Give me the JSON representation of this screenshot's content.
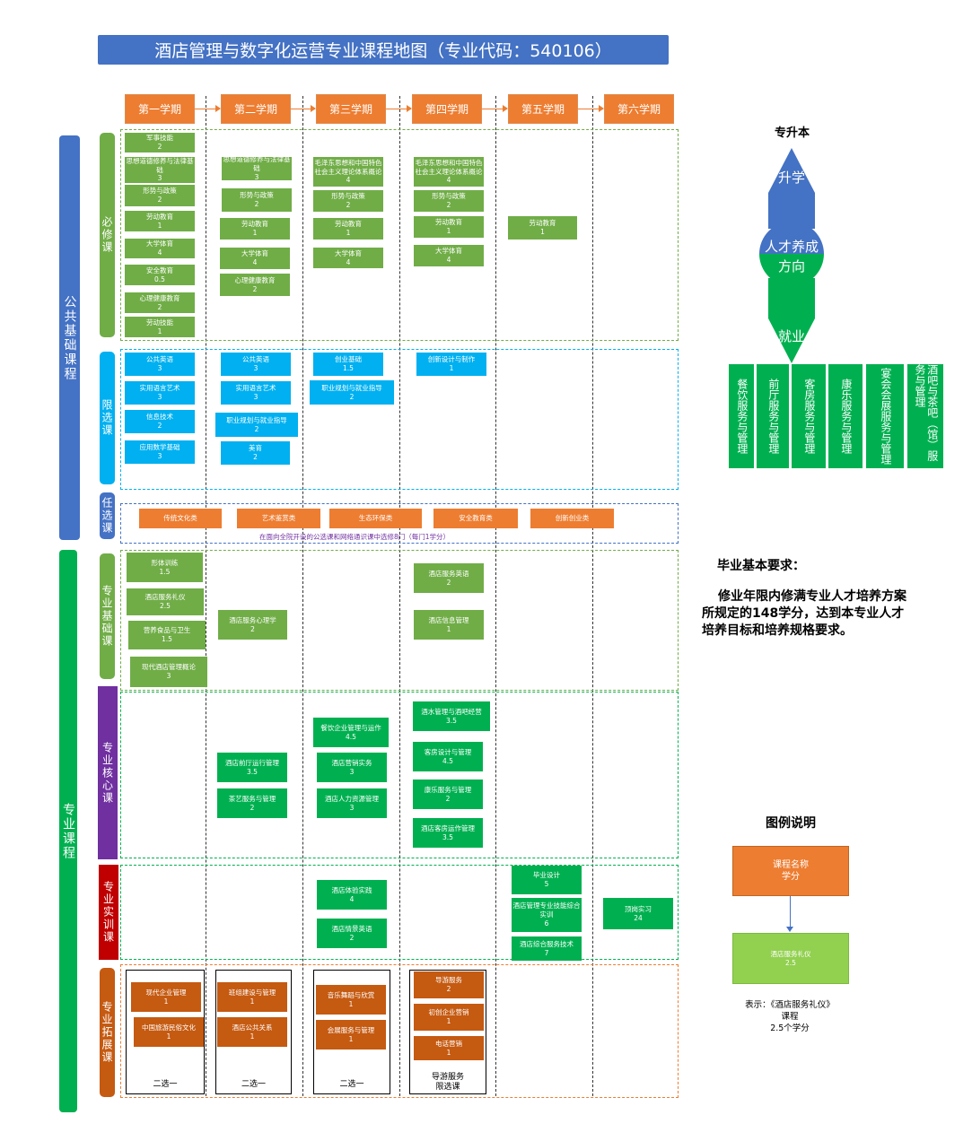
{
  "title": "酒店管理与数字化运营专业课程地图（专业代码：540106）",
  "terms": [
    "第一学期",
    "第二学期",
    "第三学期",
    "第四学期",
    "第五学期",
    "第六学期"
  ],
  "categories": {
    "public": "公共基础课程",
    "major": "专业课程",
    "required": "必修课",
    "limited": "限选课",
    "elective": "任选课",
    "major_basic": "专业基础课",
    "major_core": "专业核心课",
    "major_training": "专业实训课",
    "major_ext": "专业拓展课"
  },
  "colors": {
    "title_bg": "#4472c4",
    "term_bg": "#ed7d31",
    "required": "#70ad47",
    "limited": "#00b0f0",
    "elective": "#ed7d31",
    "core": "#00b050",
    "core_bar": "#7030a0",
    "training_bar": "#c00000",
    "ext": "#c55a11",
    "career": "#00b050"
  },
  "courses": [
    {
      "id": "r1-1",
      "name": "军事技能",
      "credit": "2"
    },
    {
      "id": "r1-2",
      "name": "思想道德修养与法律基础",
      "credit": "3"
    },
    {
      "id": "r1-3",
      "name": "形势与政策",
      "credit": "2"
    },
    {
      "id": "r1-4",
      "name": "劳动教育",
      "credit": "1"
    },
    {
      "id": "r1-5",
      "name": "大学体育",
      "credit": "4"
    },
    {
      "id": "r1-6",
      "name": "安全教育",
      "credit": "0.5"
    },
    {
      "id": "r1-7",
      "name": "心理健康教育",
      "credit": "2"
    },
    {
      "id": "r1-8",
      "name": "劳动技能",
      "credit": "1"
    },
    {
      "id": "r2-1",
      "name": "思想道德修养与法律基础",
      "credit": "3"
    },
    {
      "id": "r2-2",
      "name": "形势与政策",
      "credit": "2"
    },
    {
      "id": "r2-3",
      "name": "劳动教育",
      "credit": "1"
    },
    {
      "id": "r2-4",
      "name": "大学体育",
      "credit": "4"
    },
    {
      "id": "r2-5",
      "name": "心理健康教育",
      "credit": "2"
    },
    {
      "id": "r3-1",
      "name": "毛泽东思想和中国特色社会主义理论体系概论",
      "credit": "4"
    },
    {
      "id": "r3-2",
      "name": "形势与政策",
      "credit": "2"
    },
    {
      "id": "r3-3",
      "name": "劳动教育",
      "credit": "1"
    },
    {
      "id": "r3-4",
      "name": "大学体育",
      "credit": "4"
    },
    {
      "id": "r4-1",
      "name": "毛泽东思想和中国特色社会主义理论体系概论",
      "credit": "4"
    },
    {
      "id": "r4-2",
      "name": "形势与政策",
      "credit": "2"
    },
    {
      "id": "r4-3",
      "name": "劳动教育",
      "credit": "1"
    },
    {
      "id": "r4-4",
      "name": "大学体育",
      "credit": "4"
    },
    {
      "id": "r5-1",
      "name": "劳动教育",
      "credit": "1"
    },
    {
      "id": "l1-1",
      "name": "公共英语",
      "credit": "3"
    },
    {
      "id": "l1-2",
      "name": "实用语言艺术",
      "credit": "3"
    },
    {
      "id": "l1-3",
      "name": "信息技术",
      "credit": "2"
    },
    {
      "id": "l1-4",
      "name": "应用数学基础",
      "credit": "3"
    },
    {
      "id": "l2-1",
      "name": "公共英语",
      "credit": "3"
    },
    {
      "id": "l2-2",
      "name": "实用语言艺术",
      "credit": "3"
    },
    {
      "id": "l2-3",
      "name": "职业规划与就业指导",
      "credit": "2"
    },
    {
      "id": "l2-4",
      "name": "美育",
      "credit": "2"
    },
    {
      "id": "l3-1",
      "name": "创业基础",
      "credit": "1.5"
    },
    {
      "id": "l3-2",
      "name": "职业规划与就业指导",
      "credit": "2"
    },
    {
      "id": "l4-1",
      "name": "创新设计与制作",
      "credit": "1"
    },
    {
      "id": "e-1",
      "name": "传统文化类",
      "credit": ""
    },
    {
      "id": "e-2",
      "name": "艺术鉴赏类",
      "credit": ""
    },
    {
      "id": "e-3",
      "name": "生态环保类",
      "credit": ""
    },
    {
      "id": "e-4",
      "name": "安全教育类",
      "credit": ""
    },
    {
      "id": "e-5",
      "name": "创新创业类",
      "credit": ""
    },
    {
      "id": "b1-1",
      "name": "形体训练",
      "credit": "1.5"
    },
    {
      "id": "b1-2",
      "name": "酒店服务礼仪",
      "credit": "2.5"
    },
    {
      "id": "b1-3",
      "name": "营养食品与卫生",
      "credit": "1.5"
    },
    {
      "id": "b1-4",
      "name": "现代酒店管理概论",
      "credit": "3"
    },
    {
      "id": "b2-1",
      "name": "酒店服务心理学",
      "credit": "2"
    },
    {
      "id": "b4-1",
      "name": "酒店服务英语",
      "credit": "2"
    },
    {
      "id": "b4-2",
      "name": "酒店信息管理",
      "credit": "1"
    },
    {
      "id": "c2-1",
      "name": "酒店前厅运行管理",
      "credit": "3.5"
    },
    {
      "id": "c2-2",
      "name": "茶艺服务与管理",
      "credit": "2"
    },
    {
      "id": "c3-1",
      "name": "餐饮企业管理与运作",
      "credit": "4.5"
    },
    {
      "id": "c3-2",
      "name": "酒店营销实务",
      "credit": "3"
    },
    {
      "id": "c3-3",
      "name": "酒店人力资源管理",
      "credit": "3"
    },
    {
      "id": "c4-1",
      "name": "酒水管理与酒吧经营",
      "credit": "3.5"
    },
    {
      "id": "c4-2",
      "name": "客房设计与管理",
      "credit": "4.5"
    },
    {
      "id": "c4-3",
      "name": "康乐服务与管理",
      "credit": "2"
    },
    {
      "id": "c4-4",
      "name": "酒店客房运作管理",
      "credit": "3.5"
    },
    {
      "id": "t3-1",
      "name": "酒店体验实践",
      "credit": "4"
    },
    {
      "id": "t3-2",
      "name": "酒店情景英语",
      "credit": "2"
    },
    {
      "id": "t5-1",
      "name": "毕业设计",
      "credit": "5"
    },
    {
      "id": "t5-2",
      "name": "酒店管理专业技能综合实训",
      "credit": "6"
    },
    {
      "id": "t5-3",
      "name": "酒店综合服务技术",
      "credit": "7"
    },
    {
      "id": "t6-1",
      "name": "顶岗实习",
      "credit": "24"
    },
    {
      "id": "x1-1",
      "name": "现代企业管理",
      "credit": "1"
    },
    {
      "id": "x1-2",
      "name": "中国旅游民俗文化",
      "credit": "1"
    },
    {
      "id": "x2-1",
      "name": "班组建设与管理",
      "credit": "1"
    },
    {
      "id": "x2-2",
      "name": "酒店公共关系",
      "credit": "1"
    },
    {
      "id": "x3-1",
      "name": "音乐舞蹈与欣赏",
      "credit": "1"
    },
    {
      "id": "x3-2",
      "name": "会展服务与管理",
      "credit": "1"
    },
    {
      "id": "x4-1",
      "name": "导游服务",
      "credit": "2"
    },
    {
      "id": "x4-2",
      "name": "初创企业营销",
      "credit": "1"
    },
    {
      "id": "x4-3",
      "name": "电话营销",
      "credit": "1"
    }
  ],
  "elective_note": "在面向全院开设的公选课和网络通识课中选修8门（每门1学分）",
  "group_labels": {
    "x1": "二选一",
    "x2": "二选一",
    "x3": "二选一",
    "x4": "导游服务\n限选课"
  },
  "direction": {
    "title": "专升本",
    "up": "升学",
    "center_top": "人才养成",
    "center_bottom": "方向",
    "down": "就业",
    "careers": [
      "餐饮服务与管理",
      "前厅服务与管理",
      "客房服务与管理",
      "康乐服务与管理",
      "宴会会展服务与管理",
      "酒吧与茶吧（馆）服务与管理"
    ]
  },
  "graduation": {
    "title": "毕业基本要求：",
    "text": "修业年限内修满专业人才培养方案所规定的148学分，达到本专业人才培养目标和培养规格要求。"
  },
  "legend": {
    "title": "图例说明",
    "top_name": "课程名称",
    "top_credit": "学分",
    "bottom_name": "酒店服务礼仪",
    "bottom_credit": "2.5",
    "desc_1": "表示：《酒店服务礼仪》",
    "desc_2": "课程",
    "desc_3": "2.5个学分"
  }
}
